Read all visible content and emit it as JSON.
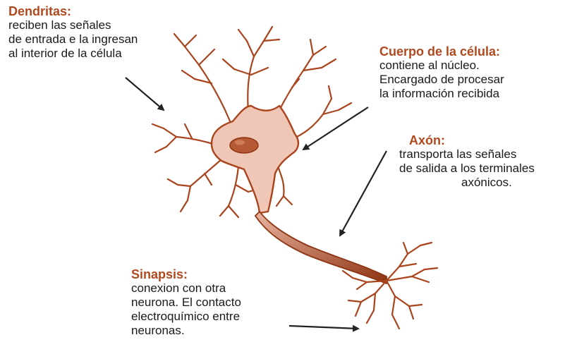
{
  "labels": {
    "dendritas": {
      "title": "Dendritas:",
      "lines": [
        "reciben las señales",
        "de entrada e la ingresan",
        "al interior de la célula"
      ]
    },
    "cuerpo": {
      "title": "Cuerpo de la célula:",
      "lines": [
        "contiene al núcleo.",
        "Encargado de procesar",
        "la información recibida"
      ]
    },
    "axon": {
      "title": "Axón:",
      "lines": [
        "transporta las señales",
        "de salida a los terminales",
        "axónicos."
      ]
    },
    "sinapsis": {
      "title": "Sinapsis:",
      "lines": [
        "conexion con otra",
        "neurona. El contacto",
        "electroquímico entre",
        "neuronas."
      ]
    }
  },
  "colors": {
    "label_title": "#b2491e",
    "neuron_fill": "#f0c7b7",
    "neuron_stroke": "#a9441d",
    "nucleus": "#b65a36",
    "axon": "#9c3c18",
    "arrow": "#222222"
  }
}
